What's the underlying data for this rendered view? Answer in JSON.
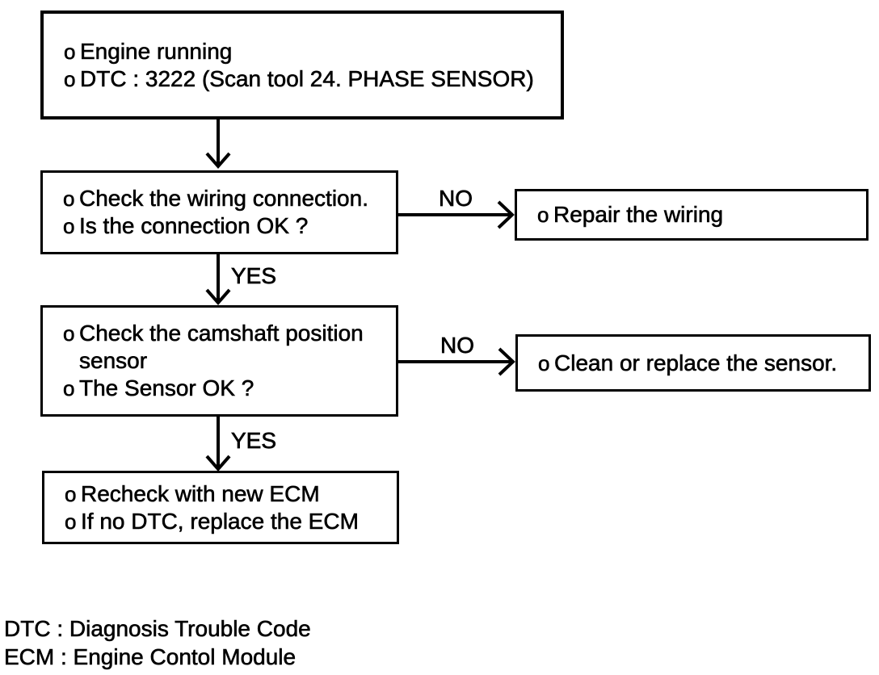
{
  "page": {
    "background": "#ffffff",
    "stroke_color": "#000000"
  },
  "flowchart": {
    "bullet": "o",
    "nodes": {
      "start": {
        "lines": [
          "Engine running",
          "DTC : 3222 (Scan tool 24. PHASE SENSOR)"
        ]
      },
      "check_wiring": {
        "lines": [
          "Check the wiring connection.",
          "Is the connection OK ?"
        ]
      },
      "repair_wiring": {
        "lines": [
          "Repair the wiring"
        ]
      },
      "check_sensor": {
        "lines": [
          "Check the camshaft position sensor",
          "The Sensor OK ?"
        ]
      },
      "clean_sensor": {
        "lines": [
          "Clean or replace the sensor."
        ]
      },
      "recheck_ecm": {
        "lines": [
          "Recheck with new ECM",
          "If no DTC, replace the ECM"
        ]
      }
    },
    "edges": {
      "no1": "NO",
      "yes1": "YES",
      "no2": "NO",
      "yes2": "YES"
    },
    "legend": {
      "lines": [
        "DTC : Diagnosis Trouble Code",
        "ECM : Engine Contol Module"
      ]
    }
  }
}
